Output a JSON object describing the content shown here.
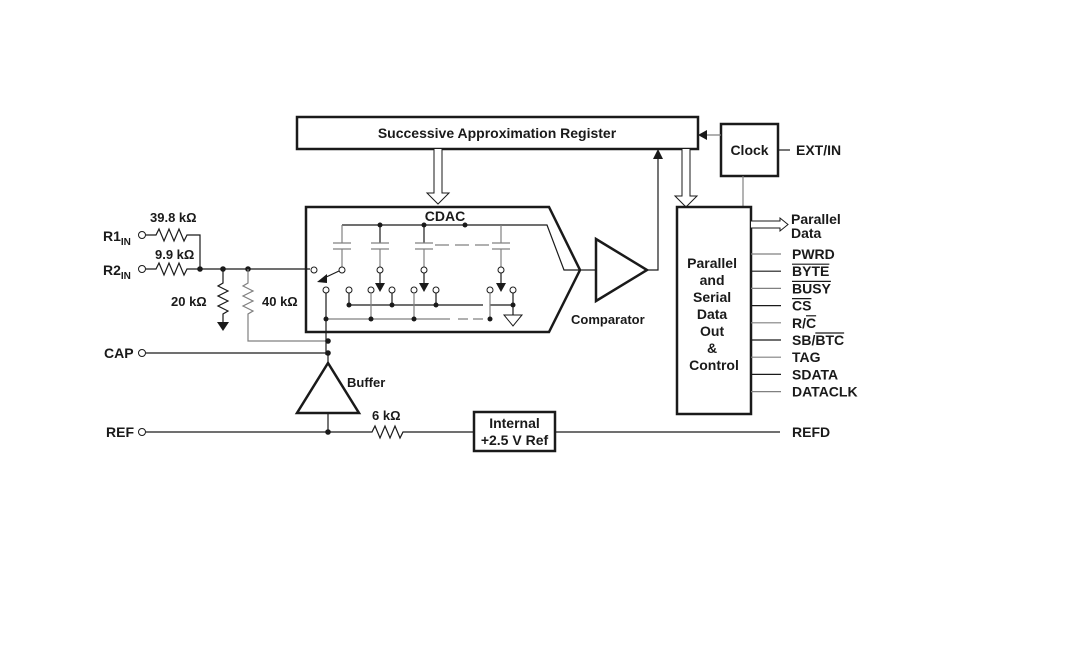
{
  "blocks": {
    "sar": "Successive Approximation Register",
    "clock": "Clock",
    "cdac": "CDAC",
    "comparator": "Comparator",
    "buffer": "Buffer",
    "internal_ref_line1": "Internal",
    "internal_ref_line2": "+2.5 V Ref",
    "control_lines": [
      "Parallel",
      "and",
      "Serial",
      "Data",
      "Out",
      "&",
      "Control"
    ]
  },
  "inputs": {
    "r1_main": "R1",
    "r1_sub": "IN",
    "r2_main": "R2",
    "r2_sub": "IN",
    "cap": "CAP",
    "ref": "REF",
    "ext_in": "EXT/IN"
  },
  "resistors": {
    "r1": "39.8 kΩ",
    "r2": "9.9 kΩ",
    "r_20k": "20 kΩ",
    "r_40k": "40 kΩ",
    "r_6k": "6 kΩ"
  },
  "outputs": {
    "parallel_data_line1": "Parallel",
    "parallel_data_line2": "Data",
    "refd": "REFD",
    "pins": [
      {
        "label": "PWRD",
        "overbar": ""
      },
      {
        "label": "BYTE",
        "overbar": "BYTE"
      },
      {
        "label": "BUSY",
        "overbar": "BUSY"
      },
      {
        "label": "CS",
        "overbar": "CS"
      },
      {
        "label": "R/C",
        "overbar": "C"
      },
      {
        "label": "SB/BTC",
        "overbar": "BTC"
      },
      {
        "label": "TAG",
        "overbar": ""
      },
      {
        "label": "SDATA",
        "overbar": ""
      },
      {
        "label": "DATACLK",
        "overbar": ""
      }
    ]
  }
}
